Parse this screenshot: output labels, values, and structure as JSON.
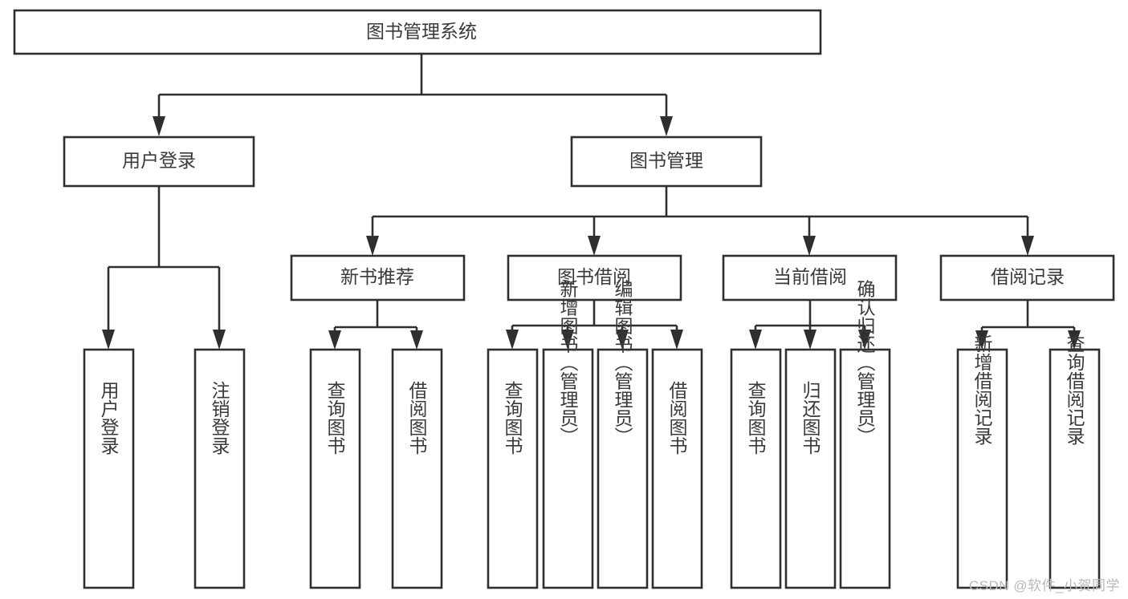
{
  "diagram": {
    "type": "tree",
    "title": "图书管理系统",
    "watermark": "CSDN @软件_小贺同学",
    "colors": {
      "box_fill": "#ffffff",
      "box_stroke": "#2f2f2f",
      "text": "#3a3a3a",
      "watermark": "#b9b9b9",
      "background": "#ffffff"
    },
    "nodes": {
      "root": {
        "label": "图书管理系统"
      },
      "level2": [
        {
          "label": "用户登录"
        },
        {
          "label": "图书管理"
        }
      ],
      "level3": [
        {
          "label": "新书推荐"
        },
        {
          "label": "图书借阅"
        },
        {
          "label": "当前借阅"
        },
        {
          "label": "借阅记录"
        }
      ],
      "leaves": {
        "user_login": [
          {
            "label": "用户登录"
          },
          {
            "label": "注销登录"
          }
        ],
        "new_book_recommend": [
          {
            "label": "查询图书"
          },
          {
            "label": "借阅图书"
          }
        ],
        "book_borrow": [
          {
            "label": "查询图书"
          },
          {
            "label": "新增图书（管理员）"
          },
          {
            "label": "编辑图书（管理员）"
          },
          {
            "label": "借阅图书"
          }
        ],
        "current_borrow": [
          {
            "label": "查询图书"
          },
          {
            "label": "归还图书"
          },
          {
            "label": "确认归还（管理员）"
          }
        ],
        "borrow_record": [
          {
            "label": "新增借阅记录"
          },
          {
            "label": "查询借阅记录"
          }
        ]
      }
    }
  }
}
